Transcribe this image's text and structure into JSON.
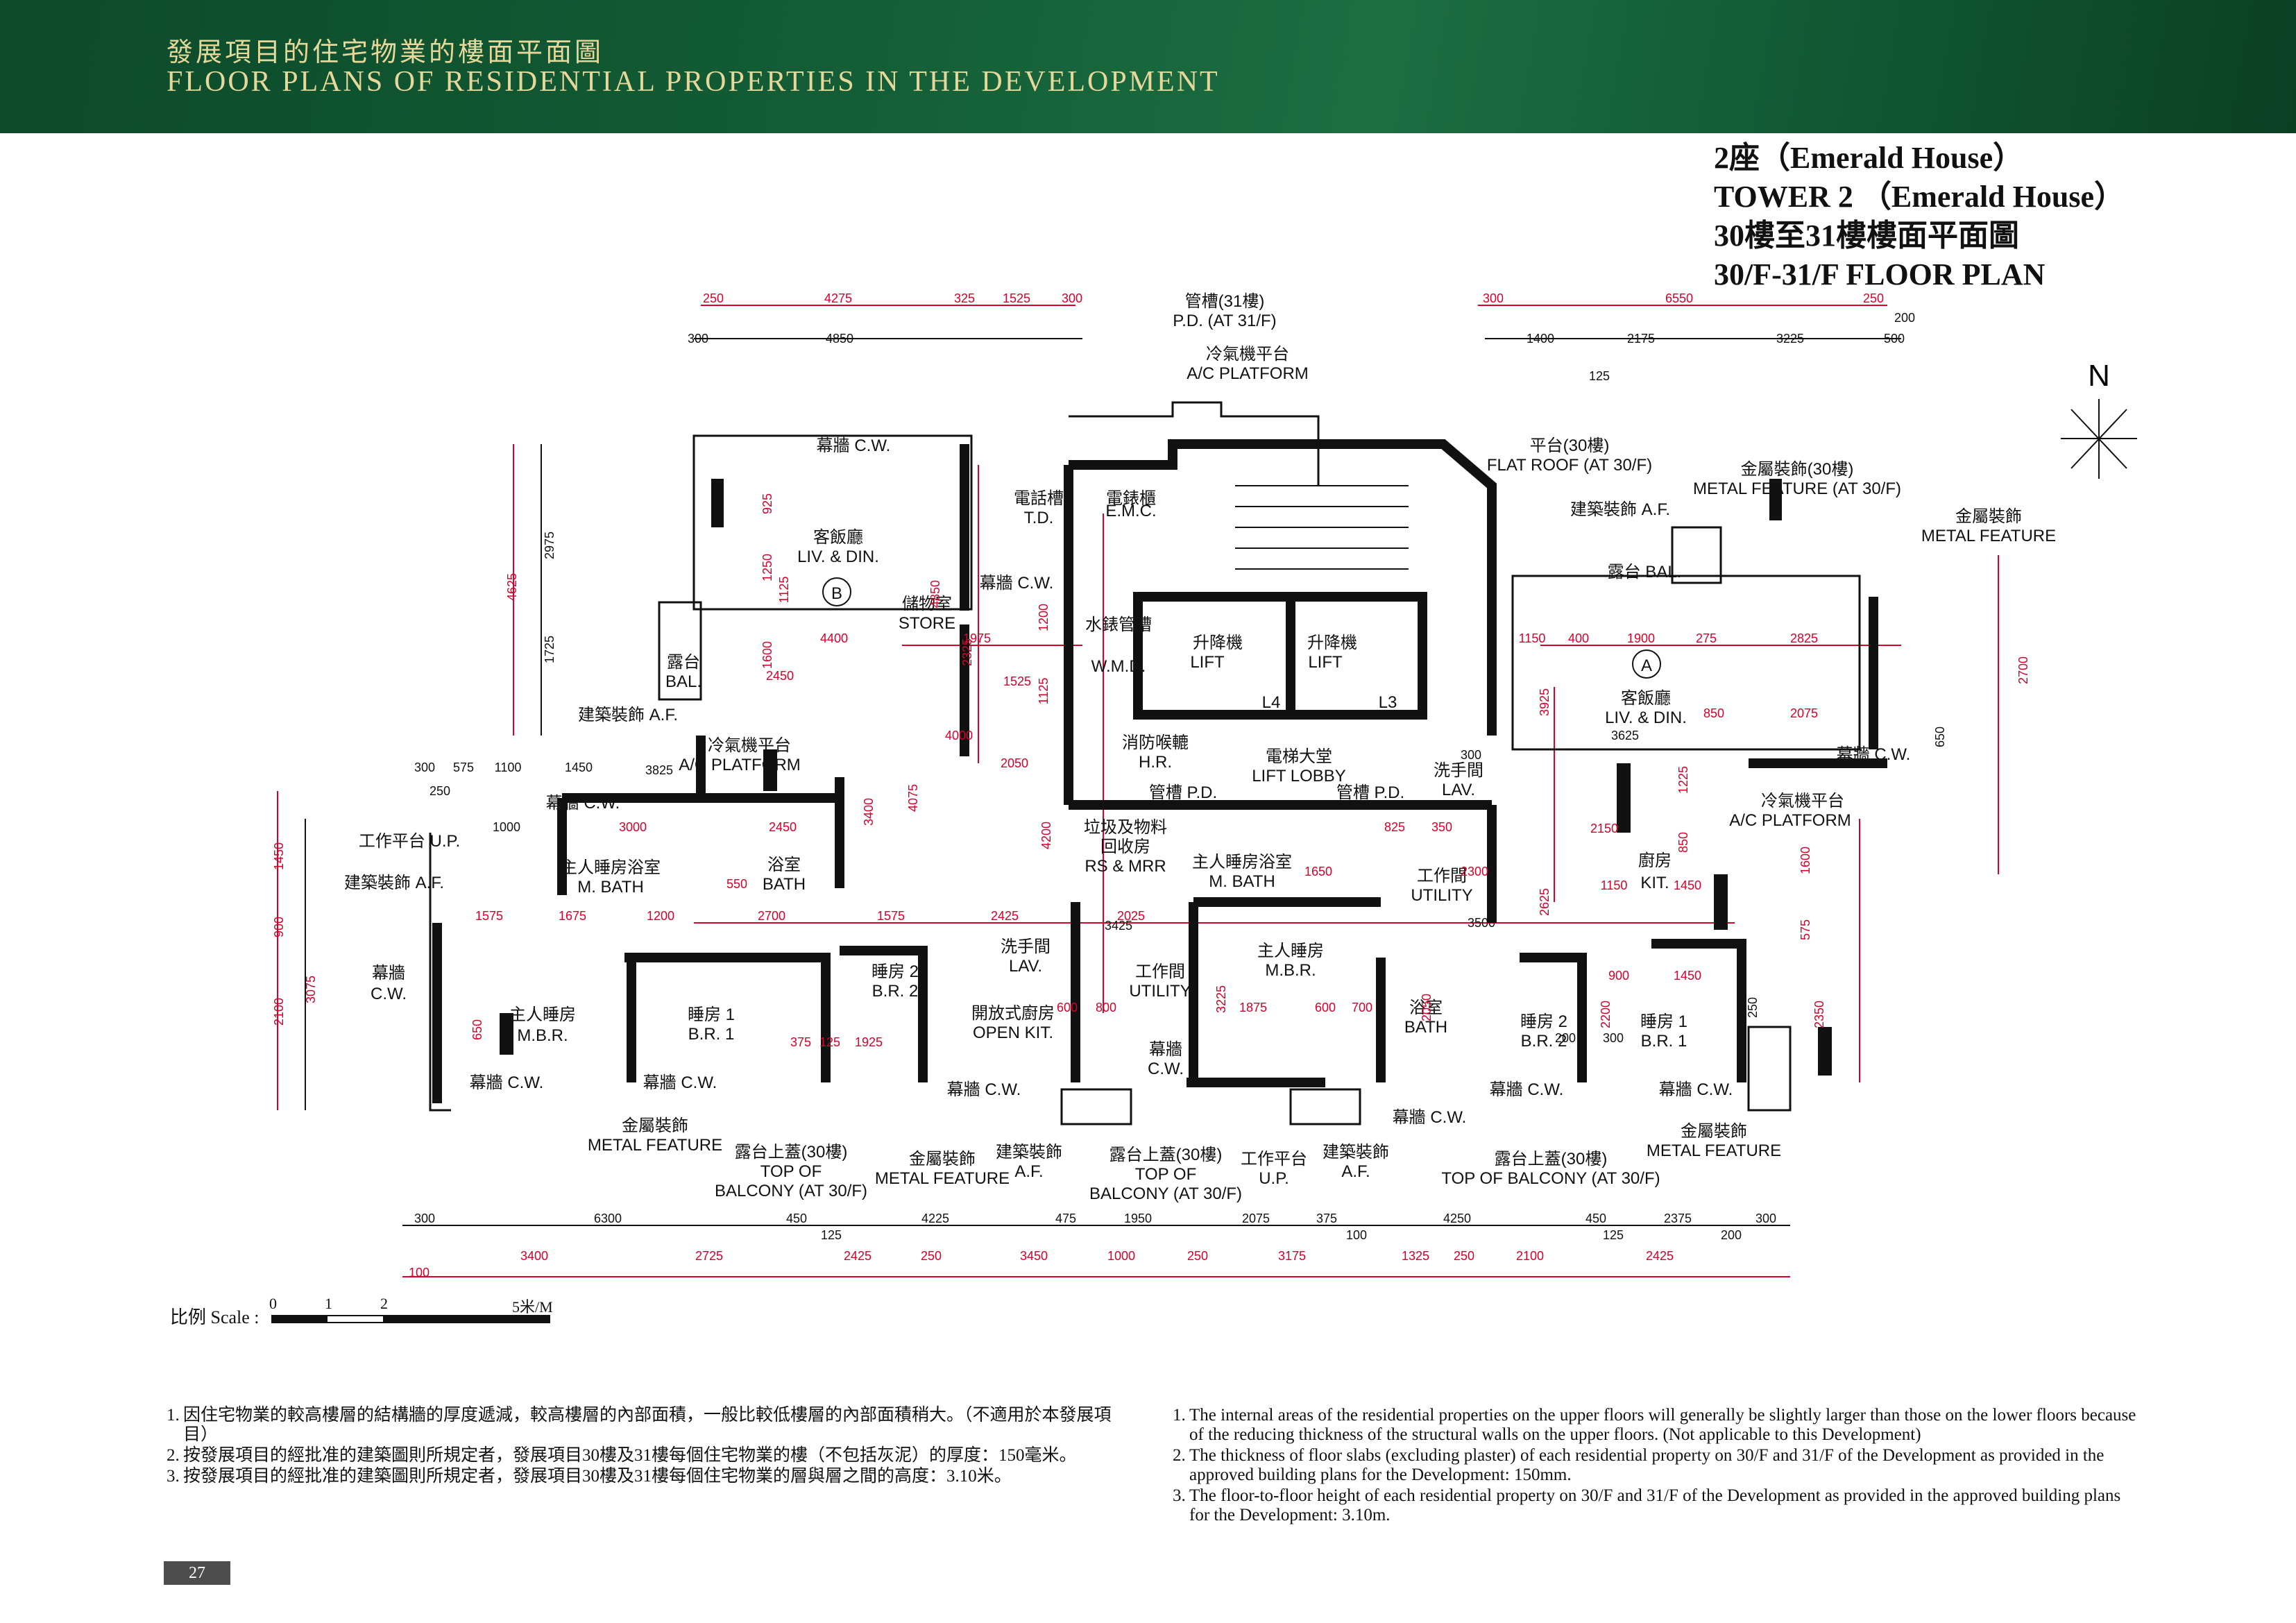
{
  "header": {
    "title_zh": "發展項目的住宅物業的樓面平面圖",
    "title_en": "FLOOR PLANS OF RESIDENTIAL PROPERTIES IN THE DEVELOPMENT"
  },
  "plan_title": {
    "line1": "2座（Emerald House）",
    "line2": "TOWER 2 （Emerald House）",
    "line3": "30樓至31樓樓面平面圖",
    "line4": "30/F-31/F FLOOR PLAN"
  },
  "north": "N",
  "units": {
    "a": "A",
    "b": "B"
  },
  "labels": {
    "pd31_zh": "管槽(31樓)",
    "pd31_en": "P.D. (AT 31/F)",
    "ac_top_zh": "冷氣機平台",
    "ac_top_en": "A/C PLATFORM",
    "cw": "幕牆 C.W.",
    "td_zh": "電話槽",
    "td_en": "T.D.",
    "emc_zh": "電錶櫃",
    "emc_en": "E.M.C.",
    "liv_b_zh": "客飯廳",
    "liv_b_en": "LIV. & DIN.",
    "store_zh": "儲物室",
    "store_en": "STORE",
    "wmd_zh": "水錶管槽",
    "wmd_en": "W.M.D.",
    "lift_zh": "升降機",
    "lift_en": "LIFT",
    "l4": "L4",
    "l3": "L3",
    "bal_zh": "露台",
    "bal_en": "BAL.",
    "af": "建築裝飾 A.F.",
    "ac_zh": "冷氣機平台",
    "ac_en": "A/C PLATFORM",
    "hr_zh": "消防喉轆",
    "hr_en": "H.R.",
    "lobby_zh": "電梯大堂",
    "lobby_en": "LIFT LOBBY",
    "pd": "管槽 P.D.",
    "lav_zh": "洗手間",
    "lav_en": "LAV.",
    "flatroof_zh": "平台(30樓)",
    "flatroof_en": "FLAT ROOF (AT 30/F)",
    "mf30_zh": "金屬裝飾(30樓)",
    "mf30_en": "METAL FEATURE (AT 30/F)",
    "mf_zh": "金屬裝飾",
    "mf_en": "METAL FEATURE",
    "bal_a": "露台 BAL.",
    "liv_a_zh": "客飯廳",
    "liv_a_en": "LIV. & DIN.",
    "up": "工作平台 U.P.",
    "mbath_zh": "主人睡房浴室",
    "mbath_en": "M. BATH",
    "bath_zh": "浴室",
    "bath_en": "BATH",
    "rs_zh": "垃圾及物料回收房",
    "rs_en": "RS & MRR",
    "kit_zh": "廚房",
    "kit_en": "KIT.",
    "util_zh": "工作間",
    "util_en": "UTILITY",
    "cw_zh": "幕牆",
    "cw_en": "C.W.",
    "mbr_zh": "主人睡房",
    "mbr_en": "M.B.R.",
    "br1_zh": "睡房 1",
    "br1_en": "B.R. 1",
    "br2_zh": "睡房 2",
    "br2_en": "B.R. 2",
    "openkit_zh": "開放式廚房",
    "openkit_en": "OPEN KIT.",
    "topbal_zh": "露台上蓋(30樓)",
    "topbal_en": "TOP OF BALCONY (AT 30/F)",
    "top_en": "TOP OF",
    "balcony_en": "BALCONY (AT 30/F)",
    "af_zh": "建築裝飾",
    "af_en": "A.F.",
    "up_zh": "工作平台",
    "up_en": "U.P."
  },
  "dims_top": [
    "250",
    "4275",
    "325",
    "1525",
    "300",
    "300",
    "4850",
    "300",
    "6550",
    "250",
    "200",
    "1400",
    "2175",
    "3225",
    "500",
    "125"
  ],
  "dims_bottom": [
    "300",
    "6300",
    "450",
    "4225",
    "475",
    "1950",
    "2075",
    "375",
    "4250",
    "450",
    "2375",
    "300",
    "100",
    "3400",
    "2725",
    "2425",
    "250",
    "3450",
    "1000",
    "250",
    "3175",
    "1325",
    "250",
    "2100",
    "2425",
    "125",
    "125",
    "100",
    "200"
  ],
  "dims_inner": [
    "4400",
    "1975",
    "1525",
    "4000",
    "2050",
    "2450",
    "3825",
    "1575",
    "1675",
    "1200",
    "2700",
    "1575",
    "2425",
    "2025",
    "1875",
    "600",
    "700",
    "3500",
    "2150",
    "1150",
    "1450",
    "1900",
    "2825",
    "1150",
    "400",
    "275",
    "3625",
    "850",
    "2075",
    "1450",
    "900",
    "300",
    "200",
    "3425",
    "300",
    "575",
    "1100",
    "1450",
    "300",
    "250",
    "1000",
    "3000",
    "2450",
    "550",
    "2300",
    "1650",
    "825",
    "350",
    "600",
    "800",
    "375",
    "125",
    "1925",
    "2050",
    "2200",
    "3225",
    "2625",
    "3925",
    "2700",
    "650",
    "1225",
    "850",
    "1600",
    "575",
    "2350",
    "250",
    "2100",
    "3075",
    "900",
    "1450",
    "650",
    "4625",
    "2975",
    "1725",
    "925",
    "1250",
    "1125",
    "1600",
    "4850",
    "3400",
    "4075",
    "4200",
    "2325",
    "1200",
    "1125"
  ],
  "scale": {
    "label": "比例 Scale :",
    "marks": [
      "0",
      "1",
      "2",
      "5米/M"
    ]
  },
  "notes_zh": [
    {
      "num": "1.",
      "text": "因住宅物業的較高樓層的結構牆的厚度遞減，較高樓層的內部面積，一般比較低樓層的內部面積稍大。（不適用於本發展項目）"
    },
    {
      "num": "2.",
      "text": "按發展項目的經批准的建築圖則所規定者，發展項目30樓及31樓每個住宅物業的樓（不包括灰泥）的厚度：150毫米。"
    },
    {
      "num": "3.",
      "text": "按發展項目的經批准的建築圖則所規定者，發展項目30樓及31樓每個住宅物業的層與層之間的高度：3.10米。"
    }
  ],
  "notes_en": [
    {
      "num": "1.",
      "text": "The internal areas of the residential properties on the upper floors will generally be slightly larger than those on the lower floors because of the reducing thickness of the structural walls on the upper floors. (Not applicable to this Development)"
    },
    {
      "num": "2.",
      "text": "The thickness of floor slabs (excluding plaster) of each residential property on 30/F and 31/F of the Development as provided in the approved building plans for the Development: 150mm."
    },
    {
      "num": "3.",
      "text": "The floor-to-floor height of each residential property on 30/F and 31/F of the Development as provided in the approved building plans for the Development: 3.10m."
    }
  ],
  "page_number": "27"
}
